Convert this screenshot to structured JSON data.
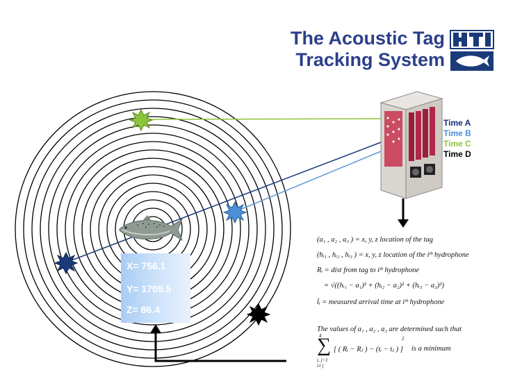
{
  "title": {
    "line1": "The Acoustic Tag",
    "line2": "Tracking System"
  },
  "logo": {
    "text": "HTI",
    "colors": {
      "navy": "#1a3a7a",
      "fish_bg": "#1a3a7a"
    }
  },
  "receiver": {
    "time_labels": [
      {
        "label": "Time A",
        "color": "#1a2a7a"
      },
      {
        "label": "Time B",
        "color": "#4b8fd6"
      },
      {
        "label": "Time C",
        "color": "#8cc43c"
      },
      {
        "label": "Time D",
        "color": "#000000"
      }
    ]
  },
  "hydrophones": [
    {
      "name": "hydrophone-green",
      "color": "#8cc43c"
    },
    {
      "name": "hydrophone-lightblue",
      "color": "#4b8fd6"
    },
    {
      "name": "hydrophone-navy",
      "color": "#1a3a7a"
    },
    {
      "name": "hydrophone-black",
      "color": "#000000"
    }
  ],
  "signal_colors": {
    "green": "#8cc43c",
    "light_blue": "#5a9ad8",
    "navy": "#1a3a7a",
    "black": "#000000"
  },
  "tag_position": {
    "x": "X= 756.1",
    "y": "Y= 1709.5",
    "z": "Z= 86.4"
  },
  "equations": {
    "line1": "(a₁ , a₂ , a₃ ) = x, y, z  location  of  the tag",
    "line2": "(hᵢ₁ , hᵢ₂ , hᵢ₃ ) = x, y, z  location  of  the iᵗʰ hydrophone",
    "line3": "Rᵢ = dist  from tag to iᵗʰ hydrophone",
    "line4": "= √((hᵢ₁ − a₁)² + (hᵢ₂ − a₂)² + (hᵢ₃ − a₃)²)",
    "line5": "t̂ᵢ = measured arrival time at iᵗʰ hydrophone",
    "line6": "The values of  a₁ , a₂ , a₃  are determined such that",
    "sum_expr": "[ ( Rᵢ − Rⱼ ) − (tᵢ − tⱼ ) ]",
    "sum_tail": "is a minimum",
    "sum_upper": "4",
    "sum_lower": "i, j=1",
    "sum_lower2": "i≠ j",
    "exponent": "2"
  }
}
